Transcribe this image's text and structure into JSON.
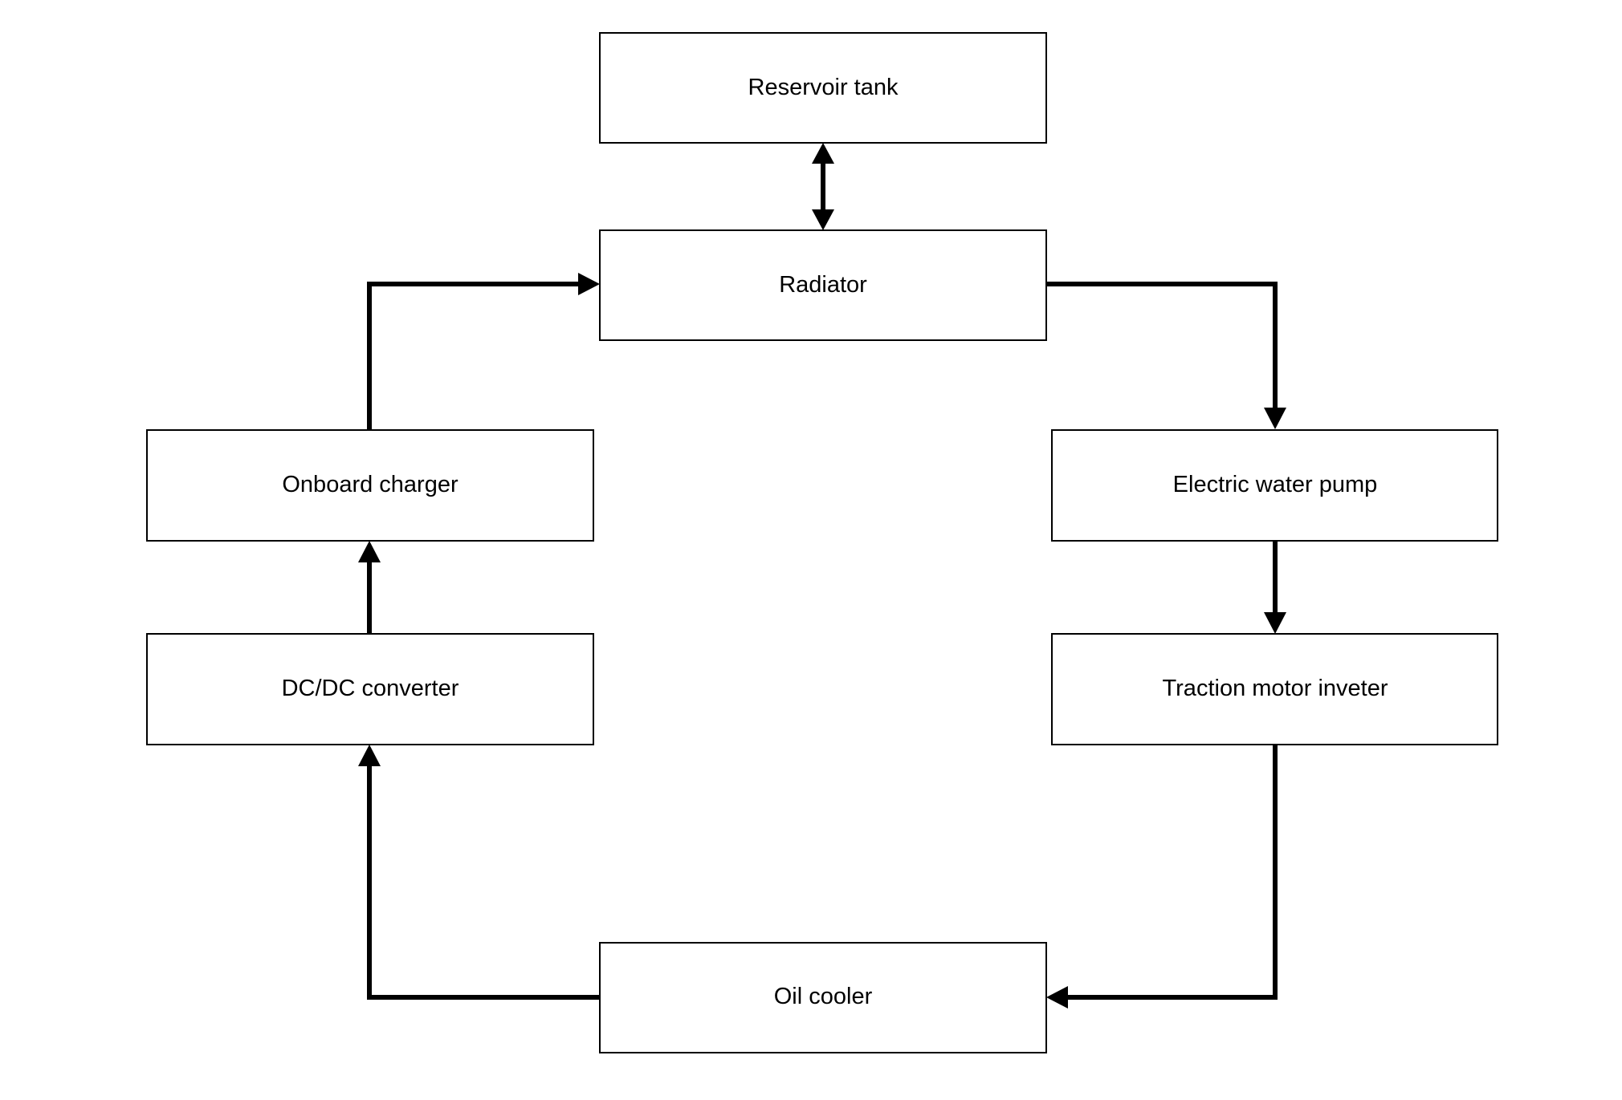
{
  "nodes": {
    "reservoir_tank": "Reservoir tank",
    "radiator": "Radiator",
    "onboard_charger": "Onboard charger",
    "electric_water_pump": "Electric water pump",
    "dcdc_converter": "DC/DC converter",
    "traction_motor_inverter": "Traction motor inveter",
    "oil_cooler": "Oil cooler"
  },
  "edges": [
    {
      "from": "reservoir_tank",
      "to": "radiator",
      "direction": "bidirectional"
    },
    {
      "from": "radiator",
      "to": "electric_water_pump",
      "direction": "forward"
    },
    {
      "from": "electric_water_pump",
      "to": "traction_motor_inverter",
      "direction": "forward"
    },
    {
      "from": "traction_motor_inverter",
      "to": "oil_cooler",
      "direction": "forward"
    },
    {
      "from": "oil_cooler",
      "to": "dcdc_converter",
      "direction": "forward"
    },
    {
      "from": "dcdc_converter",
      "to": "onboard_charger",
      "direction": "forward"
    },
    {
      "from": "onboard_charger",
      "to": "radiator",
      "direction": "forward"
    }
  ]
}
